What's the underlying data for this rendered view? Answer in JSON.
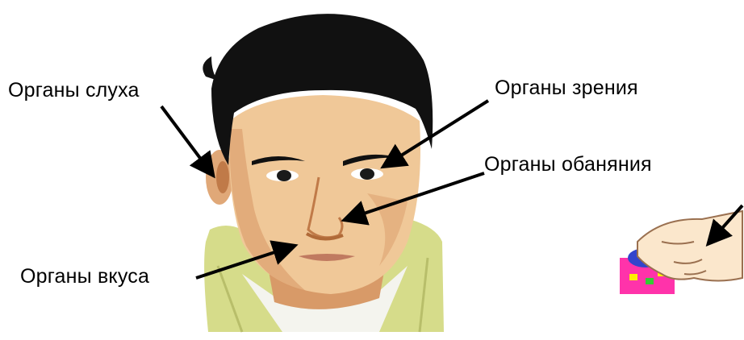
{
  "labels": {
    "hearing": "Органы слуха",
    "vision": "Органы зрения",
    "smell": "Органы обаняния",
    "taste": "Органы вкуса"
  },
  "colors": {
    "skin": "#f0c898",
    "skin_shadow": "#d89a68",
    "hair": "#111111",
    "jacket": "#d6dc8a",
    "shirt": "#f4f4ee",
    "arrow": "#000000"
  },
  "icons": {
    "head": "man-head-illustration",
    "hand": "hand-touching-object-illustration"
  }
}
